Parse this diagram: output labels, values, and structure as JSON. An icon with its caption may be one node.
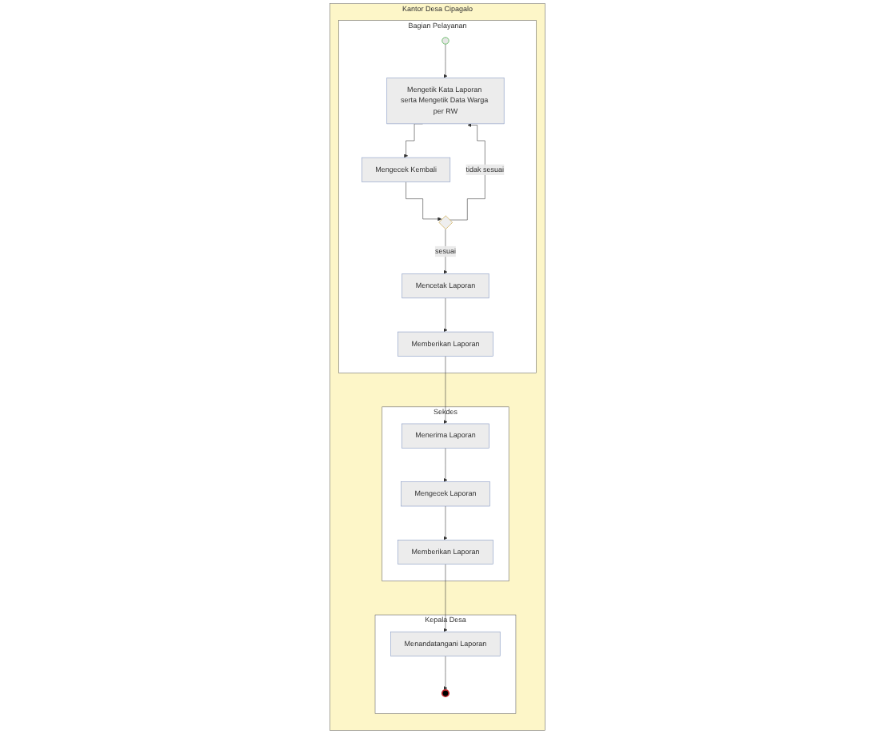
{
  "diagram": {
    "nodes": [
      {
        "text": [
          "Kantor Desa Cipagalo"
        ]
      },
      {
        "text": [
          "Bagian Pelayanan"
        ],
        "in": 0
      },
      {
        "text": [],
        "shape": "circle",
        "in": 1
      },
      {
        "text": [
          "Mengetik Kata Laporan serta Mengetik Data Warga per RW"
        ],
        "in": 1
      },
      {
        "text": [
          "Mengecek Kembali"
        ],
        "in": 1
      },
      {
        "text": [],
        "shape": "diamond",
        "in": 1
      },
      {
        "text": [
          "Mencetak Laporan"
        ],
        "in": 1
      },
      {
        "text": [
          "Memberikan Laporan"
        ],
        "in": 1
      },
      {
        "text": [
          "Sekdes"
        ],
        "in": 0
      },
      {
        "text": [
          "Menerima Laporan"
        ],
        "in": 8
      },
      {
        "text": [
          "Mengecek Laporan"
        ],
        "in": 8
      },
      {
        "text": [
          "Memberikan Laporan"
        ],
        "in": 8
      },
      {
        "text": [
          "Kepala Desa"
        ],
        "in": 0
      },
      {
        "text": [
          "Menandatangani Laporan"
        ],
        "in": 12
      },
      {
        "text": [],
        "shape": "circle",
        "in": 12
      }
    ],
    "edges": [
      {
        "from": 2,
        "to": 3,
        "arrow": "to"
      },
      {
        "from": 3,
        "to": 4,
        "arrow": "to"
      },
      {
        "from": 4,
        "to": 5,
        "arrow": "to"
      },
      {
        "from": 5,
        "to": 3,
        "arrow": "to",
        "label": "tidak sesuai"
      },
      {
        "from": 5,
        "to": 6,
        "arrow": "to",
        "label": "sesuai"
      },
      {
        "from": 6,
        "to": 7,
        "arrow": "to"
      },
      {
        "from": 7,
        "to": 9,
        "arrow": "to"
      },
      {
        "from": 9,
        "to": 10,
        "arrow": "to"
      },
      {
        "from": 10,
        "to": 11,
        "arrow": "to"
      },
      {
        "from": 11,
        "to": 13,
        "arrow": "to"
      },
      {
        "from": 13,
        "to": 14,
        "arrow": "to"
      }
    ]
  }
}
